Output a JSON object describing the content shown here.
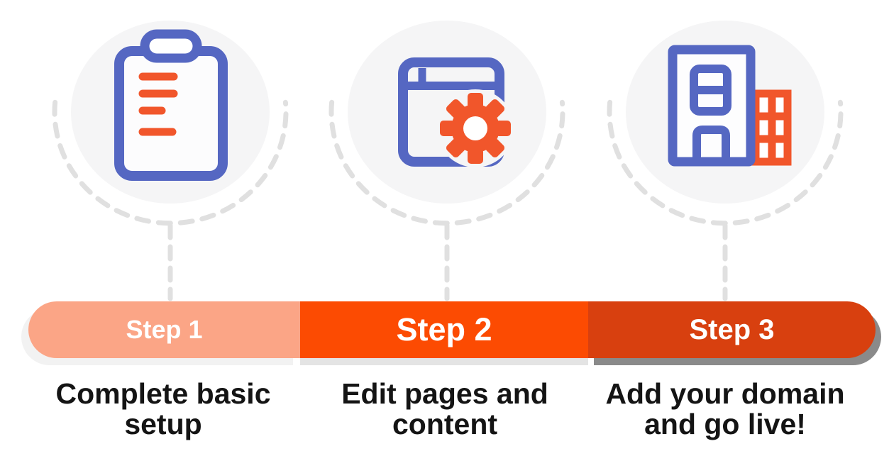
{
  "figure": {
    "type": "process-steps-infographic",
    "step_count": 3
  },
  "steps": [
    {
      "label": "Step 1",
      "caption": "Complete basic setup",
      "caption_line1": "Complete basic",
      "caption_line2": "setup",
      "icon": "clipboard-checklist-icon",
      "segment_color": "#FBA586",
      "segment_shadow_color": "#F2F2F2"
    },
    {
      "label": "Step 2",
      "caption": "Edit pages and content",
      "caption_line1": "Edit pages and",
      "caption_line2": "content",
      "icon": "browser-gear-icon",
      "segment_color": "#FC4B02",
      "segment_shadow_color": "#E4E4E4"
    },
    {
      "label": "Step 3",
      "caption": "Add your domain and go live!",
      "caption_line1": "Add your domain",
      "caption_line2": "and go live!",
      "icon": "office-building-icon",
      "segment_color": "#D8400F",
      "segment_shadow_color": "#8A8A8A"
    }
  ],
  "colors": {
    "background": "#FFFFFF",
    "circle_fill": "#F5F5F6",
    "dashed_connector": "#E0E0E0",
    "icon_blue": "#5567C2",
    "icon_orange": "#F1562B",
    "step_label_text": "#FFFFFF",
    "caption_text": "#141414"
  }
}
